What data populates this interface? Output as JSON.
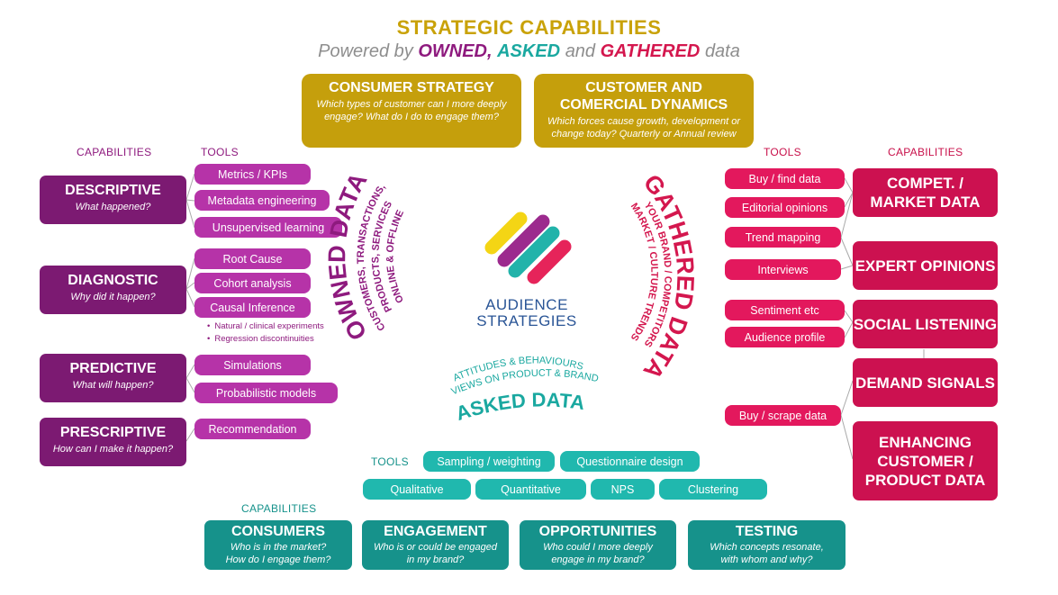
{
  "header": {
    "title": "STRATEGIC CAPABILITIES",
    "subtitle_prefix": "Powered by",
    "owned": "OWNED",
    "comma": ",",
    "asked": "ASKED",
    "and": "and",
    "gathered": "GATHERED",
    "data_word": "data"
  },
  "top_boxes": [
    {
      "title": "CONSUMER STRATEGY",
      "sub": "Which types of customer can I more deeply engage? What do I do to engage them?"
    },
    {
      "title": "CUSTOMER AND COMERCIAL DYNAMICS",
      "sub": "Which forces cause growth, development or change today? Quarterly or Annual review"
    }
  ],
  "left": {
    "capabilities_header": "CAPABILITIES",
    "tools_header": "TOOLS",
    "capabilities": [
      {
        "title": "DESCRIPTIVE",
        "sub": "What happened?"
      },
      {
        "title": "DIAGNOSTIC",
        "sub": "Why did it happen?"
      },
      {
        "title": "PREDICTIVE",
        "sub": "What will happen?"
      },
      {
        "title": "PRESCRIPTIVE",
        "sub": "How can I make it happen?"
      }
    ],
    "tools": [
      "Metrics / KPIs",
      "Metadata engineering",
      "Unsupervised learning",
      "Root Cause",
      "Cohort analysis",
      "Causal Inference",
      "Simulations",
      "Probabilistic models",
      "Recommendation"
    ],
    "bullets": [
      "Natural / clinical experiments",
      "Regression discontinuities"
    ]
  },
  "right": {
    "tools_header": "TOOLS",
    "capabilities_header": "CAPABILITIES",
    "capabilities": [
      "COMPET. / MARKET DATA",
      "EXPERT OPINIONS",
      "SOCIAL LISTENING",
      "DEMAND SIGNALS",
      "ENHANCING CUSTOMER / PRODUCT DATA"
    ],
    "tools": [
      "Buy / find data",
      "Editorial opinions",
      "Trend mapping",
      "Interviews",
      "Sentiment etc",
      "Audience profile",
      "Buy / scrape data"
    ]
  },
  "center": {
    "owned_title": "OWNED DATA",
    "owned_line1": "CUSTOMERS, TRANSACTIONS,",
    "owned_line2": "PRODUCTS, SERVICES",
    "owned_line3": "ONLINE & OFFLINE",
    "gathered_title": "GATHERED DATA",
    "gathered_line1": "YOUR BRAND / COMPETITORS",
    "gathered_line2": "MARKET / CULTURE TRENDS",
    "asked_line1": "ATTITUDES & BEHAVIOURS",
    "asked_line2": "VIEWS ON PRODUCT & BRAND",
    "asked_title": "ASKED DATA",
    "logo_line1": "AUDIENCE",
    "logo_line2": "STRATEGIES",
    "logo_colors": [
      "#f4d515",
      "#9c2a8e",
      "#22b3aa",
      "#e6245a"
    ]
  },
  "bottom": {
    "tools_header": "TOOLS",
    "tools": [
      "Sampling / weighting",
      "Questionnaire design",
      "Qualitative",
      "Quantitative",
      "NPS",
      "Clustering"
    ],
    "capabilities_header": "CAPABILITIES",
    "capabilities": [
      {
        "title": "CONSUMERS",
        "sub1": "Who is in the market?",
        "sub2": "How do I engage them?"
      },
      {
        "title": "ENGAGEMENT",
        "sub1": "Who is or could be engaged",
        "sub2": "in my brand?"
      },
      {
        "title": "OPPORTUNITIES",
        "sub1": "Who could I more deeply",
        "sub2": "engage in my brand?"
      },
      {
        "title": "TESTING",
        "sub1": "Which concepts resonate,",
        "sub2": "with whom and why?"
      }
    ]
  }
}
